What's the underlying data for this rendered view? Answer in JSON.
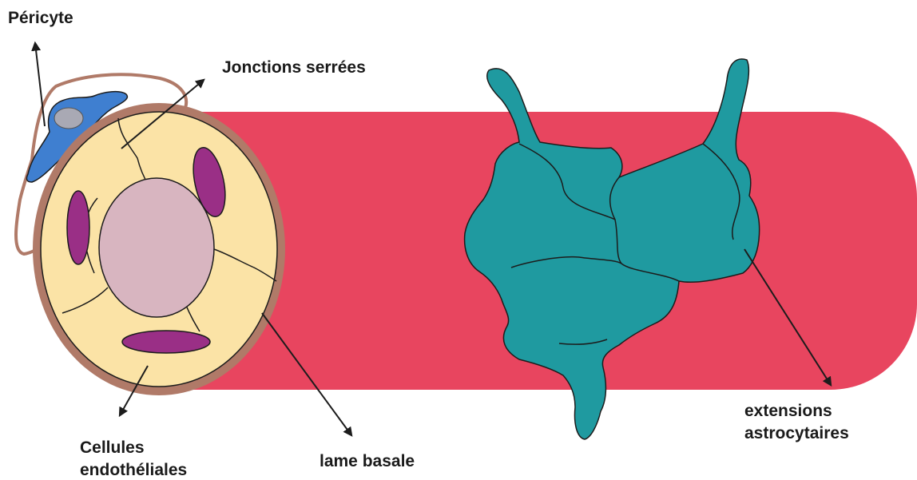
{
  "labels": {
    "pericyte": "Péricyte",
    "tight_junctions": "Jonctions serrées",
    "endothelial_line1": "Cellules",
    "endothelial_line2": "endothéliales",
    "basal_lamina": "lame basale",
    "astro_line1": "extensions",
    "astro_line2": "astrocytaires"
  },
  "colors": {
    "vessel": "#e8455f",
    "basal_lamina": "#b07a68",
    "endothelial": "#fbe3a6",
    "nucleus": "#d8b5c0",
    "organelle": "#9a2f86",
    "pericyte": "#3f7fd0",
    "pericyte_nucleus": "#a9a9b4",
    "astrocyte": "#1f9aa0",
    "outline": "#1c1c1c"
  }
}
